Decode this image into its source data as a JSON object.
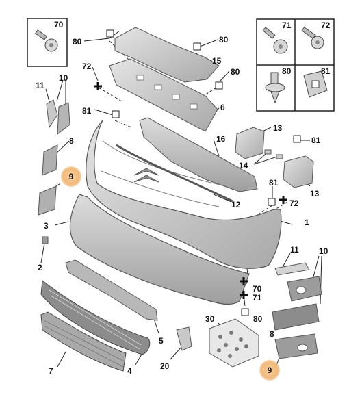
{
  "fastener_box_left": {
    "ref": "70"
  },
  "fastener_box_right": {
    "refs": [
      "71",
      "72",
      "80",
      "81"
    ]
  },
  "parts": {
    "p1": "1",
    "p2": "2",
    "p3": "3",
    "p4": "4",
    "p5": "5",
    "p6": "6",
    "p7": "7",
    "p8a": "8",
    "p8b": "8",
    "p9a": "9",
    "p9b": "9",
    "p10a": "10",
    "p10b": "10",
    "p11a": "11",
    "p11b": "11",
    "p12": "12",
    "p13a": "13",
    "p13b": "13",
    "p14": "14",
    "p15": "15",
    "p16": "16",
    "p20": "20",
    "p30": "30",
    "p70": "70",
    "p71": "71",
    "p72a": "72",
    "p72b": "72",
    "p80a": "80",
    "p80b": "80",
    "p80c": "80",
    "p80d": "80",
    "p81a": "81",
    "p81b": "81",
    "p81c": "81"
  },
  "colors": {
    "highlight": "#f1b97c",
    "line": "#222222",
    "part_fill": "#c9c9c9"
  }
}
